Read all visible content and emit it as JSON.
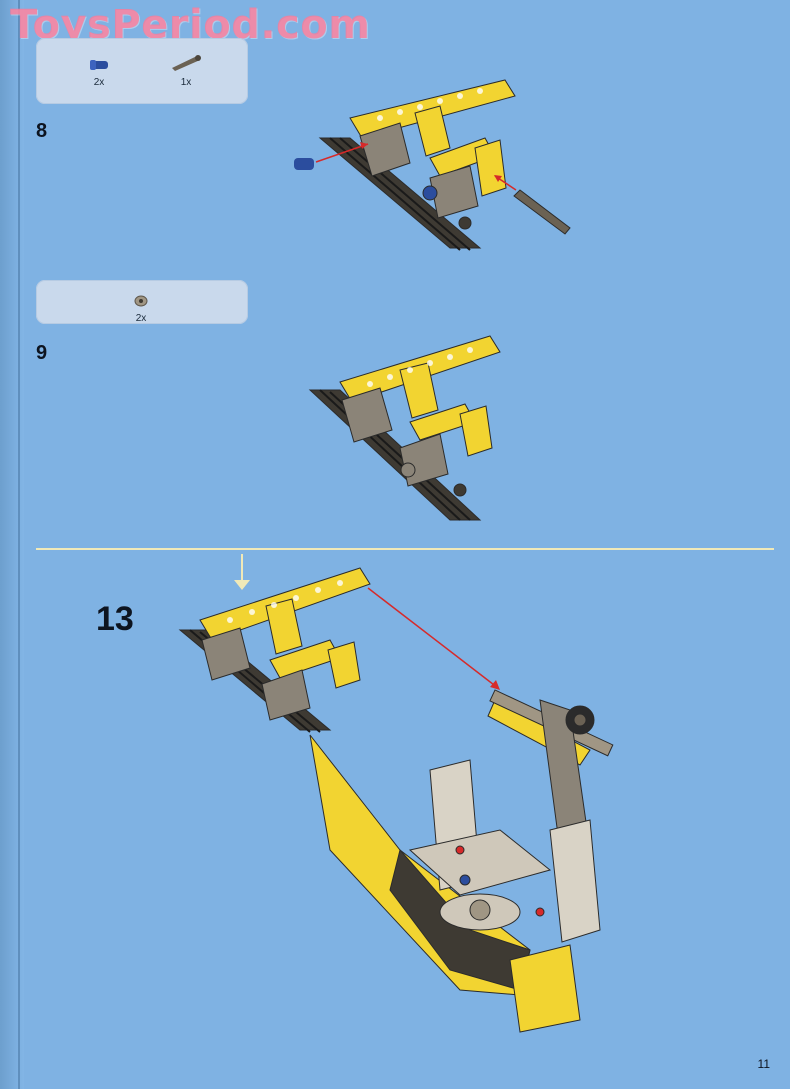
{
  "watermark": "ToysPeriod.com",
  "steps": [
    {
      "number": "8",
      "parts": [
        {
          "icon": "blue-connector-icon",
          "qty": "2x"
        },
        {
          "icon": "gray-axle-pin-icon",
          "qty": "1x"
        }
      ]
    },
    {
      "number": "9",
      "parts": [
        {
          "icon": "gray-bush-icon",
          "qty": "2x"
        }
      ]
    },
    {
      "number": "13",
      "parts": []
    }
  ],
  "page_number": "11",
  "colors": {
    "background": "#7fb2e3",
    "parts_box": "#c9d9ec",
    "divider": "#f0e9b8",
    "lego_yellow": "#f2d431",
    "lego_gray": "#8b8478",
    "lego_dark": "#3e3a33",
    "arrow_red": "#d62a2a"
  }
}
